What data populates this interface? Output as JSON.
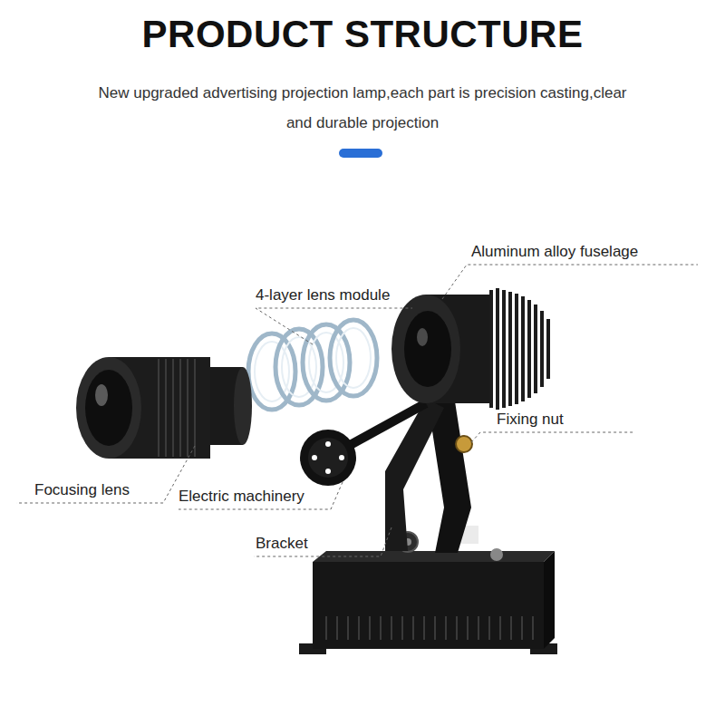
{
  "diagram": {
    "title": "PRODUCT STRUCTURE",
    "caption": "New upgraded advertising projection lamp,each part is precision casting,clear and durable projection",
    "labels": [
      "Aluminum alloy fuselage",
      "4-layer lens module",
      "Fixing nut",
      "Focusing lens",
      "Electric machinery",
      "Bracket"
    ]
  }
}
